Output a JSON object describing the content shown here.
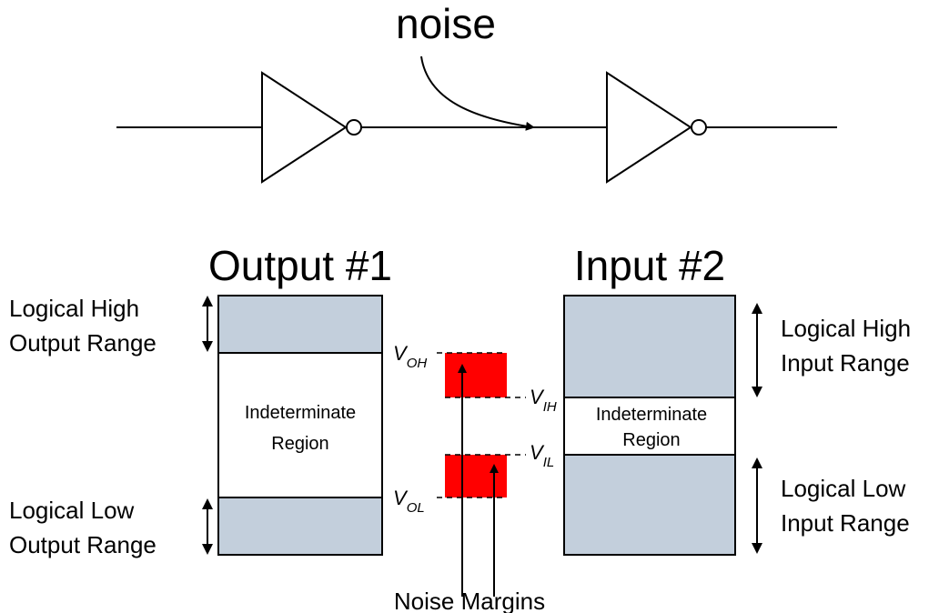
{
  "noise_label": "noise",
  "output_title": "Output #1",
  "input_title": "Input #2",
  "left_labels": {
    "high_line1": "Logical High",
    "high_line2": "Output Range",
    "low_line1": "Logical Low",
    "low_line2": "Output Range"
  },
  "right_labels": {
    "high_line1": "Logical High",
    "high_line2": "Input Range",
    "low_line1": "Logical Low",
    "low_line2": "Input Range"
  },
  "output_region": {
    "line1": "Indeterminate",
    "line2": "Region"
  },
  "input_region": {
    "line1": "Indeterminate",
    "line2": "Region"
  },
  "voltages": {
    "voh": {
      "base": "V",
      "sub": "OH"
    },
    "vih": {
      "base": "V",
      "sub": "IH"
    },
    "vil": {
      "base": "V",
      "sub": "IL"
    },
    "vol": {
      "base": "V",
      "sub": "OL"
    }
  },
  "noise_margins_label": "Noise Margins",
  "colors": {
    "range_fill": "#c3cfdc",
    "margin_fill": "#ff0000",
    "line": "#000000"
  }
}
